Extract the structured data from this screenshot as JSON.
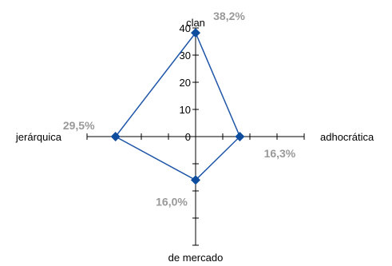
{
  "chart_data": {
    "type": "radar",
    "categories": [
      "clan",
      "adhocrática",
      "de mercado",
      "jerárquica"
    ],
    "values": [
      38.2,
      16.3,
      16.0,
      29.5
    ],
    "data_labels": [
      "38,2%",
      "16,3%",
      "16,0%",
      "29,5%"
    ],
    "radial_ticks": [
      "0",
      "10",
      "20",
      "30",
      "40"
    ],
    "rlim": [
      0,
      40
    ],
    "grid": false,
    "legend": "none",
    "series_color": "#2056A8",
    "marker_color": "#0E4C9E",
    "label_color": "#999999"
  }
}
